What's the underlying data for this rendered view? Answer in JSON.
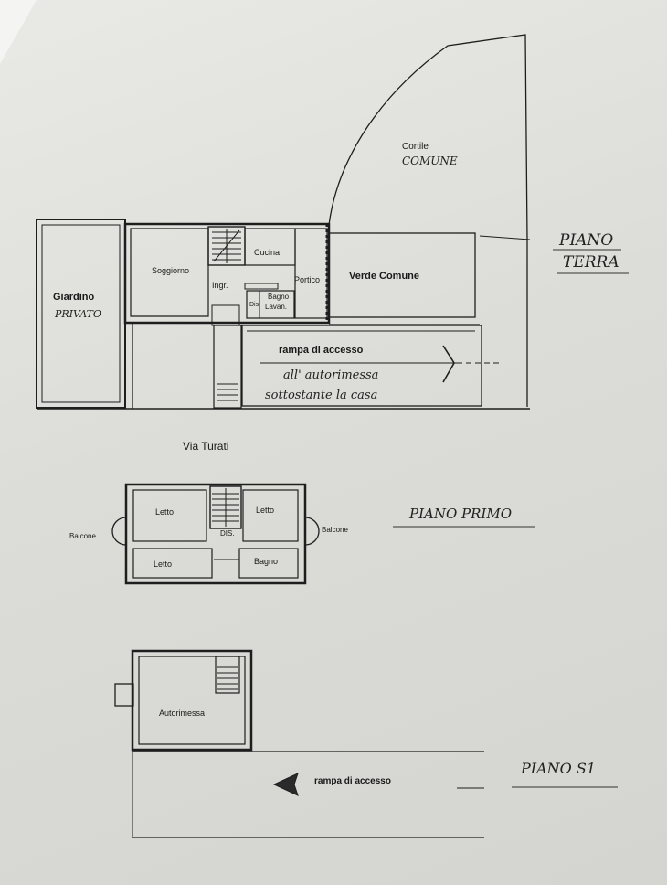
{
  "ground_floor": {
    "title_line1": "PIANO",
    "title_line2": "TERRA",
    "cortile_line1": "Cortile",
    "cortile_line2": "COMUNE",
    "verde_comune": "Verde Comune",
    "giardino_line1": "Giardino",
    "giardino_line2": "PRIVATO",
    "soggiorno": "Soggiorno",
    "ingresso": "Ingr.",
    "cucina": "Cucina",
    "portico": "Portico",
    "bagno": "Bagno",
    "lavanderia": "Lavan.",
    "disimpegno": "Dis",
    "ramp_label": "rampa di accesso",
    "ramp_note_line1": "all' autorimessa",
    "ramp_note_line2": "sottostante la casa"
  },
  "street_name": "Via Turati",
  "first_floor": {
    "title": "PIANO PRIMO",
    "bedroom_top_left": "Letto",
    "bedroom_top_right": "Letto",
    "bedroom_bottom_left": "Letto",
    "bathroom": "Bagno",
    "hall": "DIS.",
    "balcony_left": "Balcone",
    "balcony_right": "Balcone"
  },
  "basement": {
    "title": "PIANO S1",
    "garage": "Autorimessa",
    "ramp_label": "rampa di accesso"
  }
}
